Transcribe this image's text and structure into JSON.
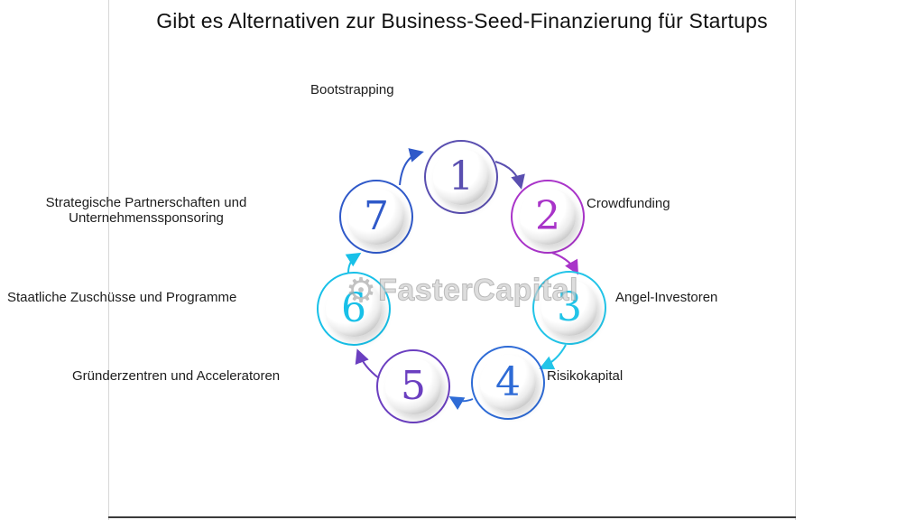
{
  "title": "Gibt es Alternativen zur Business-Seed-Finanzierung für Startups",
  "watermark": {
    "icon": "gear-icon",
    "icon_glyph": "⚙",
    "text": "FasterCapital"
  },
  "nodes": [
    {
      "number": "1",
      "label": "Bootstrapping",
      "color": "#5a4fb0"
    },
    {
      "number": "2",
      "label": "Crowdfunding",
      "color": "#a934c9"
    },
    {
      "number": "3",
      "label": "Angel-Investoren",
      "color": "#22c4e8"
    },
    {
      "number": "4",
      "label": "Risikokapital",
      "color": "#2e6bd6"
    },
    {
      "number": "5",
      "label": "Gründerzentren und Acceleratoren",
      "color": "#6b3fc0"
    },
    {
      "number": "6",
      "label": "Staatliche Zuschüsse und Programme",
      "color": "#18c0e8"
    },
    {
      "number": "7",
      "label": "Strategische Partnerschaften und Unternehmenssponsoring",
      "color": "#2f59c9"
    }
  ]
}
